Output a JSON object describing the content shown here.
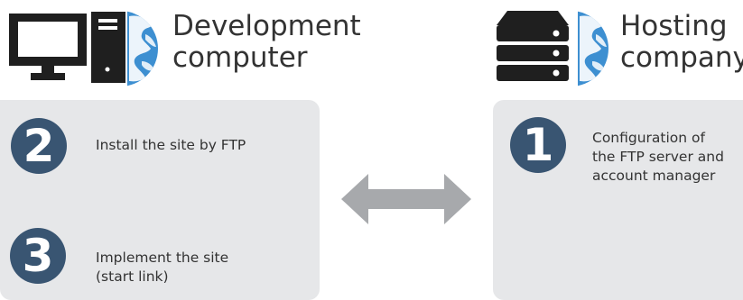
{
  "development": {
    "title_lines": [
      "Development",
      "computer"
    ],
    "steps": [
      {
        "number": "2",
        "lines": [
          "Install the site by FTP"
        ]
      },
      {
        "number": "3",
        "lines": [
          "Implement the site",
          "(start link)"
        ]
      }
    ]
  },
  "hosting": {
    "title_lines": [
      "Hosting",
      "company"
    ],
    "steps": [
      {
        "number": "1",
        "lines": [
          "Configuration of",
          "the FTP server and",
          "account manager"
        ]
      }
    ]
  },
  "icons": {
    "monitor": "monitor-icon",
    "tower": "computer-tower-icon",
    "server": "server-icon",
    "globe": "globe-icon",
    "arrow": "bidirectional-arrow-icon"
  },
  "colors": {
    "panel": "#e6e7e9",
    "badge": "#395572",
    "globe": "#3d8fd1",
    "hardware": "#1f1f1f",
    "arrow": "#a7a9ac"
  }
}
